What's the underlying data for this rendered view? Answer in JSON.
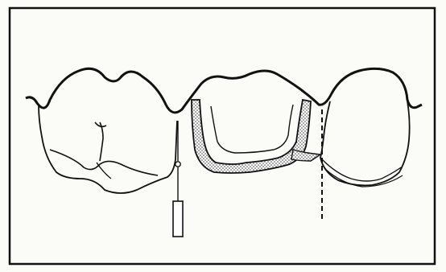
{
  "figure": {
    "colors": {
      "paper": "#fbfbf8",
      "ink": "#111111",
      "hatch": "#555555"
    },
    "elements": [
      {
        "name": "left-tooth",
        "kind": "molar crown"
      },
      {
        "name": "middle-tooth",
        "kind": "prepared crown with stippled liner"
      },
      {
        "name": "right-tooth",
        "kind": "molar crown"
      },
      {
        "name": "probe-instrument",
        "kind": "periodontal probe"
      },
      {
        "name": "reference-line",
        "kind": "dashed vertical line"
      }
    ]
  }
}
